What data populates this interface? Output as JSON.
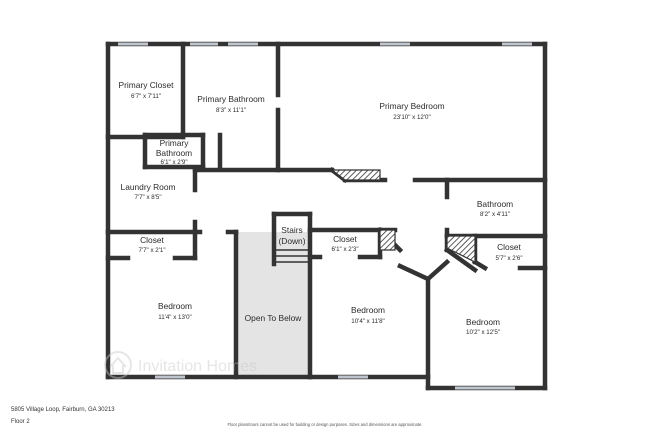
{
  "plan": {
    "rooms": [
      {
        "id": "primary-closet",
        "name": [
          "Primary Closet"
        ],
        "dim": "6'7\" x 7'11\""
      },
      {
        "id": "primary-bathroom-main",
        "name": [
          "Primary Bathroom"
        ],
        "dim": "8'3\" x 11'1\""
      },
      {
        "id": "primary-bedroom",
        "name": [
          "Primary Bedroom"
        ],
        "dim": "23'10\" x 12'0\""
      },
      {
        "id": "primary-bathroom-small",
        "name": [
          "Primary",
          "Bathroom"
        ],
        "dim": "6'1\" x 2'9\""
      },
      {
        "id": "laundry-room",
        "name": [
          "Laundry Room"
        ],
        "dim": "7'7\" x 8'5\""
      },
      {
        "id": "bathroom",
        "name": [
          "Bathroom"
        ],
        "dim": "8'2\" x 4'11\""
      },
      {
        "id": "closet-left",
        "name": [
          "Closet"
        ],
        "dim": "7'7\" x 2'1\""
      },
      {
        "id": "stairs",
        "name": [
          "Stairs",
          "(Down)"
        ],
        "dim": ""
      },
      {
        "id": "closet-middle",
        "name": [
          "Closet"
        ],
        "dim": "6'1\" x 2'3\""
      },
      {
        "id": "closet-right",
        "name": [
          "Closet"
        ],
        "dim": "5'7\" x 2'6\""
      },
      {
        "id": "bedroom-left",
        "name": [
          "Bedroom"
        ],
        "dim": "11'4\" x 13'0\""
      },
      {
        "id": "open-to-below",
        "name": [
          "Open To Below"
        ],
        "dim": ""
      },
      {
        "id": "bedroom-middle",
        "name": [
          "Bedroom"
        ],
        "dim": "10'4\" x 11'8\""
      },
      {
        "id": "bedroom-right",
        "name": [
          "Bedroom"
        ],
        "dim": "10'2\" x 12'5\""
      }
    ]
  },
  "footer": {
    "address": "5805 Village Loop, Fairburn, GA 30213",
    "floor": "Floor 2",
    "disclaimer": "Floor plans/tours cannot be used for building or design purposes. Sizes and dimensions are approximate."
  },
  "watermark": {
    "text": "Invitation Homes"
  },
  "colors": {
    "wall": "#333333",
    "window": "#bfc5cc",
    "open_area": "#e4e4e4",
    "hatch": "#333333"
  }
}
